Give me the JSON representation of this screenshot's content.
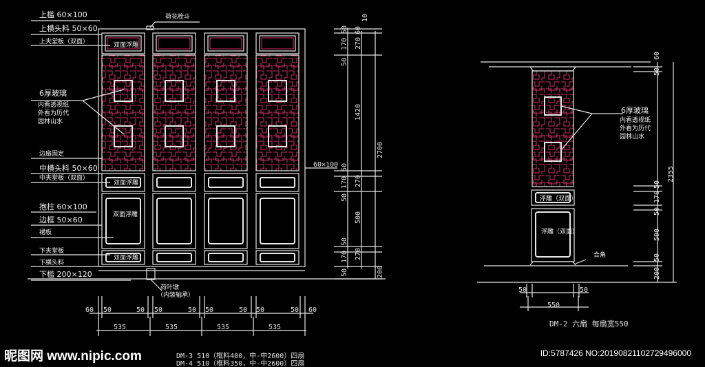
{
  "left_labels": {
    "top_sill": "上槛 60×100",
    "top_rail": "上横头料 50×60",
    "top_panel": "上夹堂板（双面）",
    "lotus_bolt": "荷花栓斗",
    "glass": "6厚玻璃",
    "glass_note1": "内看透视纸",
    "glass_note2": "外看为历代",
    "glass_note3": "园林山水",
    "side_fixed": "边扇固定",
    "mid_rail": "中横头料 50×60",
    "mid_panel": "中夹堂板（双面）",
    "post": "抱柱 60×100",
    "frame": "边框 50×60",
    "skirt": "裙板",
    "low_panel": "下夹堂板",
    "low_rail": "下横头料",
    "bottom_sill": "下槛 200×120",
    "lotus_base": "荷叶墩",
    "lotus_base_note": "（内装轴承）",
    "relief": "双面浮雕",
    "post_dim": "60×100"
  },
  "left_bottom_dims": {
    "row1": [
      "60",
      "50",
      "50",
      "50",
      "50",
      "50",
      "50",
      "50",
      "50",
      "60"
    ],
    "row2": [
      "535",
      "535",
      "535",
      "535"
    ]
  },
  "left_right_dims": {
    "inner": [
      "50",
      "170",
      "50",
      "50",
      "170",
      "50",
      "50",
      "170",
      "50"
    ],
    "mid": [
      "60",
      "10",
      "270",
      "1420",
      "270",
      "500",
      "270",
      "200"
    ],
    "total": "2700"
  },
  "specs": [
    "DM-3  510（框料400，中-中2600）四扇",
    "DM-4  510（框料350，中-中2600）四扇"
  ],
  "right_labels": {
    "glass": "6厚玻璃",
    "note1": "内看透视纸",
    "note2": "外看为历代",
    "note3": "园林山水",
    "relief_top": "浮雕（双面）",
    "relief_bottom": "浮雕（双面）",
    "corner": "合角",
    "title": "DM-2  六扇  每扇宽550"
  },
  "right_dims": {
    "side": [
      "60",
      "50",
      "50",
      "170",
      "50",
      "500",
      "50",
      "200"
    ],
    "total": "2355",
    "bottom": [
      "50",
      "50",
      "550"
    ]
  },
  "watermark": "昵图网 www.nipic.com",
  "image_id": "ID:5787426 NO:20190821102729496000",
  "colors": {
    "line": "#e8e8e8",
    "lattice": "#d0306a",
    "bg": "#000000"
  }
}
